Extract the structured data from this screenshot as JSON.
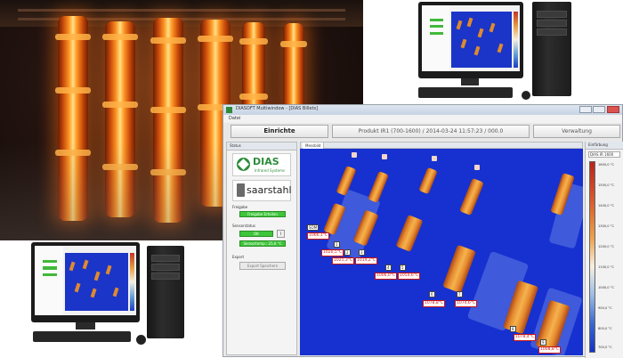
{
  "photo": {
    "alt": "steel-mill-billets"
  },
  "window": {
    "title": "DIASOFT Multiwindow - [DIAS Billets]",
    "menu": "Datei",
    "buttons": {
      "einrichten": "Einrichte",
      "product": "Produkt IR1 (700-1600) / 2014-03-24 11:57:23 / 000.0",
      "verwaltung": "Verwaltung"
    }
  },
  "left_panel": {
    "title": "Status",
    "dias_name": "DIAS",
    "dias_sub": "Infrared Systems",
    "saar_name": "saarstahl",
    "freigabe_label": "Freigabe",
    "freigabe_button": "Freigabe Erteilen",
    "sensor_label": "Sensorstatus",
    "sensor_ok": "OK",
    "sensor_temp": "Sensortemp.: 25,0 °C",
    "export_label": "Export",
    "export_button": "Export Speichern"
  },
  "view": {
    "tab": "Messbild",
    "labels": [
      {
        "name": "SOM",
        "value": "1066,1°C"
      },
      {
        "name": "1",
        "value": "1020,5°C"
      },
      {
        "name": "2",
        "value": "1021,3°C"
      },
      {
        "name": "3",
        "value": "1014,2°C"
      },
      {
        "name": "4",
        "value": "1006,0°C"
      },
      {
        "name": "5",
        "value": "1054,6°C"
      },
      {
        "name": "6",
        "value": "1078,8°C"
      },
      {
        "name": "7",
        "value": "1074,6°C"
      },
      {
        "name": "8",
        "value": "1078,4°C"
      },
      {
        "name": "9",
        "value": "1008,8°C"
      }
    ]
  },
  "right_panel": {
    "title": "Einfärbung",
    "select": "DIAS IR 1600",
    "ticks": [
      "1600,0 °C",
      "1500,0 °C",
      "1400,0 °C",
      "1300,0 °C",
      "1200,0 °C",
      "1100,0 °C",
      "1000,0 °C",
      "900,0 °C",
      "800,0 °C",
      "700,0 °C"
    ]
  },
  "colors": {
    "accent_green": "#3ec53a",
    "thermal_background": "#1631cf",
    "label_red": "#c81414"
  }
}
